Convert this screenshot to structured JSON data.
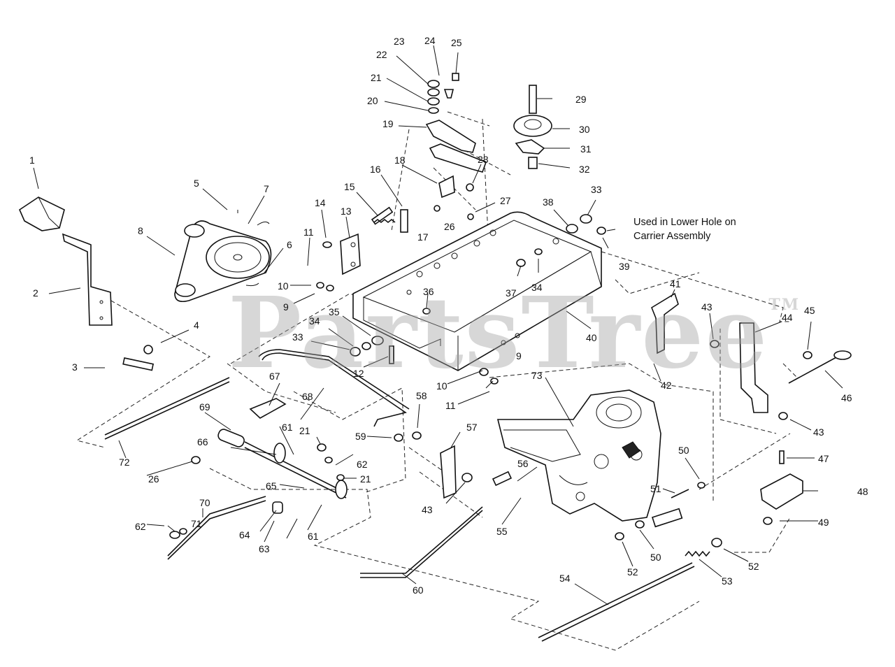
{
  "note": {
    "line1": "Used in Lower Hole on",
    "line2": "Carrier Assembly"
  },
  "watermark": {
    "text": "PartsTree",
    "mark": "TM"
  },
  "callouts": [
    {
      "id": "c1",
      "label": "1"
    },
    {
      "id": "c2",
      "label": "2"
    },
    {
      "id": "c3",
      "label": "3"
    },
    {
      "id": "c4",
      "label": "4"
    },
    {
      "id": "c5",
      "label": "5"
    },
    {
      "id": "c6",
      "label": "6"
    },
    {
      "id": "c7",
      "label": "7"
    },
    {
      "id": "c8",
      "label": "8"
    },
    {
      "id": "c9a",
      "label": "9"
    },
    {
      "id": "c9b",
      "label": "9"
    },
    {
      "id": "c10a",
      "label": "10"
    },
    {
      "id": "c10b",
      "label": "10"
    },
    {
      "id": "c11a",
      "label": "11"
    },
    {
      "id": "c11b",
      "label": "11"
    },
    {
      "id": "c12",
      "label": "12"
    },
    {
      "id": "c13",
      "label": "13"
    },
    {
      "id": "c14",
      "label": "14"
    },
    {
      "id": "c15",
      "label": "15"
    },
    {
      "id": "c16",
      "label": "16"
    },
    {
      "id": "c17",
      "label": "17"
    },
    {
      "id": "c18",
      "label": "18"
    },
    {
      "id": "c19",
      "label": "19"
    },
    {
      "id": "c20",
      "label": "20"
    },
    {
      "id": "c21a",
      "label": "21"
    },
    {
      "id": "c21b",
      "label": "21"
    },
    {
      "id": "c21c",
      "label": "21"
    },
    {
      "id": "c22",
      "label": "22"
    },
    {
      "id": "c23",
      "label": "23"
    },
    {
      "id": "c24",
      "label": "24"
    },
    {
      "id": "c25",
      "label": "25"
    },
    {
      "id": "c26a",
      "label": "26"
    },
    {
      "id": "c26b",
      "label": "26"
    },
    {
      "id": "c27",
      "label": "27"
    },
    {
      "id": "c28",
      "label": "28"
    },
    {
      "id": "c29",
      "label": "29"
    },
    {
      "id": "c30",
      "label": "30"
    },
    {
      "id": "c31",
      "label": "31"
    },
    {
      "id": "c32",
      "label": "32"
    },
    {
      "id": "c33a",
      "label": "33"
    },
    {
      "id": "c33b",
      "label": "33"
    },
    {
      "id": "c34a",
      "label": "34"
    },
    {
      "id": "c34b",
      "label": "34"
    },
    {
      "id": "c35",
      "label": "35"
    },
    {
      "id": "c36",
      "label": "36"
    },
    {
      "id": "c37",
      "label": "37"
    },
    {
      "id": "c38",
      "label": "38"
    },
    {
      "id": "c39",
      "label": "39"
    },
    {
      "id": "c40",
      "label": "40"
    },
    {
      "id": "c41",
      "label": "41"
    },
    {
      "id": "c42",
      "label": "42"
    },
    {
      "id": "c43a",
      "label": "43"
    },
    {
      "id": "c43b",
      "label": "43"
    },
    {
      "id": "c43c",
      "label": "43"
    },
    {
      "id": "c44",
      "label": "44"
    },
    {
      "id": "c45",
      "label": "45"
    },
    {
      "id": "c46",
      "label": "46"
    },
    {
      "id": "c47",
      "label": "47"
    },
    {
      "id": "c48",
      "label": "48"
    },
    {
      "id": "c49",
      "label": "49"
    },
    {
      "id": "c50a",
      "label": "50"
    },
    {
      "id": "c50b",
      "label": "50"
    },
    {
      "id": "c51",
      "label": "51"
    },
    {
      "id": "c52a",
      "label": "52"
    },
    {
      "id": "c52b",
      "label": "52"
    },
    {
      "id": "c53",
      "label": "53"
    },
    {
      "id": "c54",
      "label": "54"
    },
    {
      "id": "c55",
      "label": "55"
    },
    {
      "id": "c56",
      "label": "56"
    },
    {
      "id": "c57",
      "label": "57"
    },
    {
      "id": "c58",
      "label": "58"
    },
    {
      "id": "c59",
      "label": "59"
    },
    {
      "id": "c60",
      "label": "60"
    },
    {
      "id": "c61a",
      "label": "61"
    },
    {
      "id": "c61b",
      "label": "61"
    },
    {
      "id": "c62a",
      "label": "62"
    },
    {
      "id": "c62b",
      "label": "62"
    },
    {
      "id": "c63",
      "label": "63"
    },
    {
      "id": "c64",
      "label": "64"
    },
    {
      "id": "c65",
      "label": "65"
    },
    {
      "id": "c66",
      "label": "66"
    },
    {
      "id": "c67",
      "label": "67"
    },
    {
      "id": "c68",
      "label": "68"
    },
    {
      "id": "c69",
      "label": "69"
    },
    {
      "id": "c70",
      "label": "70"
    },
    {
      "id": "c71",
      "label": "71"
    },
    {
      "id": "c72",
      "label": "72"
    },
    {
      "id": "c73",
      "label": "73"
    }
  ]
}
